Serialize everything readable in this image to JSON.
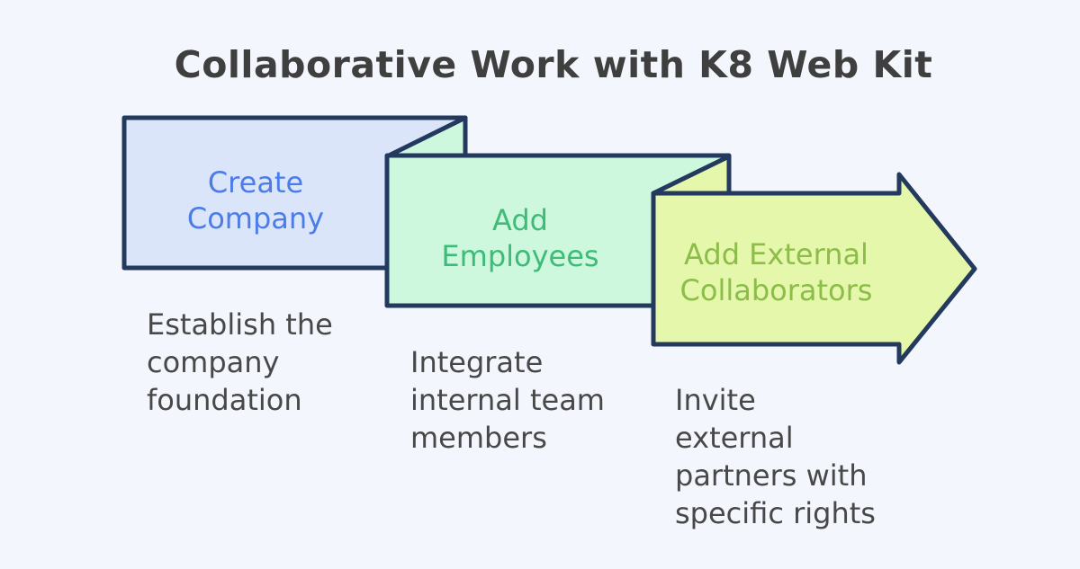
{
  "title": "Collaborative Work with K8 Web Kit",
  "colors": {
    "background": "#F3F6FC",
    "shape_stroke": "#24395E",
    "step1_fill": "#DBE5F9",
    "step1_text": "#4C7CE8",
    "step2_fill": "#CDF8DD",
    "step2_text": "#3EBB78",
    "step3_fill": "#E5F7AB",
    "step3_text": "#8CBC49",
    "title_text": "#3F3F3F",
    "description_text": "#484848"
  },
  "steps": [
    {
      "label": "Create Company",
      "label_lines": [
        "Create",
        "Company"
      ],
      "shape": "rectangle",
      "description": "Establish the company foundation",
      "description_lines": [
        "Establish the",
        "company",
        "foundation"
      ]
    },
    {
      "label": "Add Employees",
      "label_lines": [
        "Add",
        "Employees"
      ],
      "shape": "folded-rectangle",
      "description": "Integrate internal team members",
      "description_lines": [
        "Integrate",
        "internal team",
        "members"
      ]
    },
    {
      "label": "Add External Collaborators",
      "label_lines": [
        "Add External",
        "Collaborators"
      ],
      "shape": "folded-right-arrow",
      "description": "Invite external partners with specific rights",
      "description_lines": [
        "Invite",
        "external",
        "partners with",
        "specific rights"
      ]
    }
  ]
}
